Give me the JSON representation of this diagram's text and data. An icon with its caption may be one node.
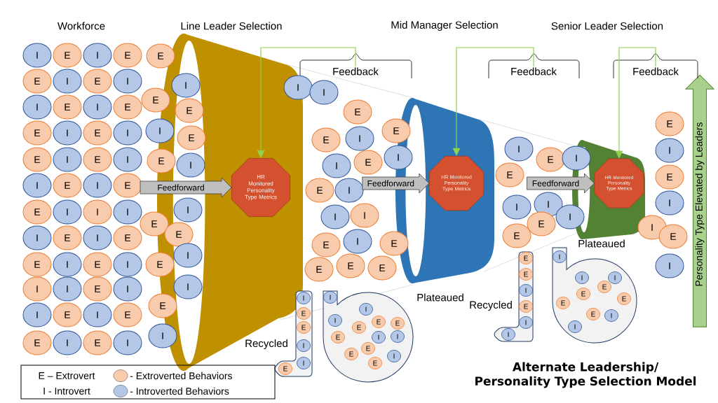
{
  "diagram": {
    "title": "Alternate Leadership/ Personality Type Selection Model",
    "nodes": [
      {
        "text": [
          "I"
        ]
      },
      {
        "text": [
          "E"
        ]
      },
      {
        "text": [
          "I"
        ]
      },
      {
        "text": [
          "E"
        ]
      },
      {
        "text": [
          "E"
        ]
      },
      {
        "text": [
          "I"
        ]
      },
      {
        "text": [
          "E"
        ]
      },
      {
        "text": [
          "I"
        ]
      },
      {
        "text": [
          "I"
        ]
      },
      {
        "text": [
          "E"
        ]
      },
      {
        "text": [
          "I"
        ]
      },
      {
        "text": [
          "E"
        ]
      },
      {
        "text": [
          "E"
        ]
      },
      {
        "text": [
          "I"
        ]
      },
      {
        "text": [
          "E"
        ]
      },
      {
        "text": [
          "I"
        ]
      },
      {
        "text": [
          "E"
        ]
      },
      {
        "text": [
          "I"
        ]
      },
      {
        "text": [
          "E"
        ]
      },
      {
        "text": [
          "I"
        ]
      },
      {
        "text": [
          "I"
        ]
      },
      {
        "text": [
          "E"
        ]
      },
      {
        "text": [
          "I"
        ]
      },
      {
        "text": [
          "E"
        ]
      },
      {
        "text": [
          "E"
        ]
      },
      {
        "text": [
          "I"
        ]
      },
      {
        "text": [
          "I"
        ]
      },
      {
        "text": [
          "I"
        ]
      },
      {
        "text": [
          "I"
        ]
      },
      {
        "text": [
          "E"
        ]
      },
      {
        "text": [
          "I"
        ]
      },
      {
        "text": [
          "E"
        ]
      },
      {
        "text": [
          "E"
        ]
      },
      {
        "text": [
          "I"
        ]
      },
      {
        "text": [
          "E"
        ]
      },
      {
        "text": [
          "I"
        ]
      },
      {
        "text": [
          "I"
        ]
      },
      {
        "text": [
          "I"
        ]
      },
      {
        "text": [
          "E"
        ]
      },
      {
        "text": [
          "I"
        ]
      },
      {
        "text": [
          "I"
        ]
      },
      {
        "text": [
          "E"
        ]
      },
      {
        "text": [
          "I"
        ]
      },
      {
        "text": [
          "E"
        ]
      },
      {
        "text": [
          "E"
        ]
      },
      {
        "text": [
          "I"
        ]
      },
      {
        "text": [
          "E"
        ]
      },
      {
        "text": [
          "I"
        ]
      },
      {
        "text": [],
        "shape": "funnel"
      },
      {
        "text": [
          "HR Monitored Personality Type Metrics"
        ],
        "in": 48
      },
      {
        "text": [
          "E"
        ]
      },
      {
        "text": [
          "I"
        ]
      },
      {
        "text": [
          "E"
        ]
      },
      {
        "text": [
          "E"
        ]
      },
      {
        "text": [
          "I"
        ]
      },
      {
        "text": [
          "E"
        ]
      },
      {
        "text": [
          "E"
        ]
      },
      {
        "text": [
          "I"
        ]
      },
      {
        "text": [
          "I"
        ]
      },
      {
        "text": [
          "E"
        ]
      },
      {
        "text": [
          "E"
        ]
      },
      {
        "text": [
          "I"
        ]
      },
      {
        "text": [
          "E"
        ]
      },
      {
        "text": [
          "I"
        ]
      },
      {
        "text": [
          "E"
        ]
      },
      {
        "text": [
          "I"
        ]
      },
      {
        "text": [
          "Feedback"
        ]
      },
      {
        "text": [
          "Recycled"
        ]
      },
      {
        "text": [
          "I"
        ],
        "in": 67
      },
      {
        "text": [
          "E"
        ],
        "in": 67
      },
      {
        "text": [
          "E"
        ],
        "in": 67
      },
      {
        "text": [
          "I"
        ],
        "in": 67
      },
      {
        "text": [
          "I"
        ],
        "in": 67
      },
      {
        "text": [
          "E"
        ],
        "in": 67
      },
      {
        "text": [
          "Plateaued"
        ]
      },
      {
        "text": [
          "I"
        ],
        "in": 74
      },
      {
        "text": [
          "I"
        ],
        "in": 74
      },
      {
        "text": [
          "I"
        ],
        "in": 74
      },
      {
        "text": [
          "E"
        ],
        "in": 74
      },
      {
        "text": [
          "E"
        ],
        "in": 74
      },
      {
        "text": [
          "E"
        ],
        "in": 74
      },
      {
        "text": [
          "E"
        ],
        "in": 74
      },
      {
        "text": [
          "I"
        ],
        "in": 74
      },
      {
        "text": [
          "I"
        ],
        "in": 74
      },
      {
        "text": [
          "E"
        ],
        "in": 74
      },
      {
        "text": [
          "E"
        ],
        "in": 74
      },
      {
        "text": [
          "I"
        ],
        "in": 74
      },
      {
        "text": [
          "E"
        ],
        "in": 74
      },
      {
        "text": [
          "I"
        ]
      },
      {
        "text": [
          "I"
        ]
      },
      {
        "text": [
          "E"
        ]
      },
      {
        "text": [
          "E"
        ]
      },
      {
        "text": [
          "I"
        ]
      },
      {
        "text": [
          "E"
        ]
      },
      {
        "text": [
          "I"
        ]
      },
      {
        "text": [
          "I"
        ]
      },
      {
        "text": [
          "E"
        ]
      },
      {
        "text": [
          "E"
        ]
      },
      {
        "text": [
          "I"
        ]
      },
      {
        "text": [
          "I"
        ]
      },
      {
        "text": [
          "I"
        ]
      },
      {
        "text": [
          "E"
        ]
      },
      {
        "text": [
          "I"
        ]
      },
      {
        "text": [
          "E"
        ]
      },
      {
        "text": [
          "E"
        ]
      },
      {
        "text": [
          "E"
        ]
      },
      {
        "text": [
          "E"
        ]
      },
      {
        "text": [],
        "shape": "funnel"
      },
      {
        "text": [
          "HR Monitored Personality Type Metrics"
        ],
        "in": 107
      },
      {
        "text": [
          "Feedback"
        ]
      },
      {
        "text": [
          "Recycled"
        ]
      },
      {
        "text": [
          "E"
        ],
        "in": 110
      },
      {
        "text": [
          "E"
        ],
        "in": 110
      },
      {
        "text": [
          "I"
        ],
        "in": 110
      },
      {
        "text": [
          "E"
        ],
        "in": 110
      },
      {
        "text": [
          "I"
        ],
        "in": 110
      },
      {
        "text": [
          "I"
        ],
        "in": 110
      },
      {
        "text": [
          "Plateaued"
        ]
      },
      {
        "text": [
          "I"
        ],
        "in": 117
      },
      {
        "text": [
          "I"
        ],
        "in": 117
      },
      {
        "text": [
          "I"
        ],
        "in": 117
      },
      {
        "text": [
          "E"
        ],
        "in": 117
      },
      {
        "text": [
          "E"
        ],
        "in": 117
      },
      {
        "text": [
          "E"
        ],
        "in": 117
      },
      {
        "text": [
          "E"
        ],
        "in": 117
      },
      {
        "text": [
          "E"
        ],
        "in": 117
      },
      {
        "text": [
          "I"
        ],
        "in": 117
      },
      {
        "text": [
          "I"
        ],
        "in": 117
      },
      {
        "text": [
          "I"
        ]
      },
      {
        "text": [
          "E"
        ]
      },
      {
        "text": [
          "E"
        ]
      },
      {
        "text": [
          "I"
        ]
      },
      {
        "text": [
          "I"
        ]
      },
      {
        "text": [
          "I"
        ]
      },
      {
        "text": [
          "E"
        ]
      },
      {
        "text": [
          "I"
        ]
      },
      {
        "text": [
          "E"
        ]
      },
      {
        "text": [],
        "shape": "funnel"
      },
      {
        "text": [
          "HR Monitored Personality Type Metrics"
        ],
        "in": 137
      },
      {
        "text": [
          "Feedback"
        ]
      },
      {
        "text": [
          "I"
        ]
      },
      {
        "text": [
          "Personality Type Elevated by Leaders"
        ]
      },
      {
        "text": [
          "E"
        ]
      },
      {
        "text": [
          "I"
        ]
      },
      {
        "text": [
          "E"
        ]
      },
      {
        "text": [
          "I"
        ]
      },
      {
        "text": [
          "E"
        ]
      },
      {
        "text": [
          "I"
        ]
      }
    ],
    "edges": [
      {
        "from": 66,
        "to": 49,
        "arrow": "to",
        "color": "#92d050"
      },
      {
        "from": 109,
        "to": 108,
        "arrow": "to",
        "color": "#92d050"
      },
      {
        "from": 139,
        "to": 138,
        "arrow": "to",
        "color": "#92d050"
      },
      {
        "from": null,
        "to": 49,
        "arrow": "to",
        "label": "Feedforward",
        "style": "thick",
        "color": "#bfbfbf"
      },
      {
        "from": null,
        "to": 108,
        "arrow": "to",
        "label": "Feedforward",
        "style": "thick",
        "color": "#bfbfbf"
      },
      {
        "from": null,
        "to": 138,
        "arrow": "to",
        "label": "Feedforward",
        "style": "thick",
        "color": "#bfbfbf"
      }
    ],
    "labels": [
      "Workforce",
      "Line Leader Selection",
      "Mid Manager Selection",
      "Senior Leader Selection",
      "E – Extrovert",
      "I - Introvert"
    ],
    "legend": [
      {
        "text": "- Extroverted Behaviors",
        "color": "#f8cbad"
      },
      {
        "text": "- Introverted Behaviors",
        "color": "#b4c7e7"
      }
    ]
  }
}
